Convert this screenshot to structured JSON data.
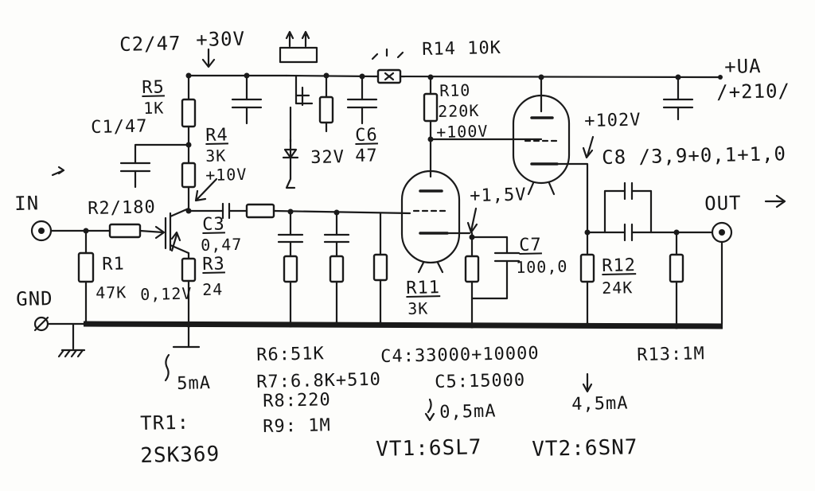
{
  "labels": {
    "c2": "C2/47",
    "v30": "+30V",
    "r14": "R14 10K",
    "ua": "+UA",
    "v210": "/+210/",
    "r5_name": "R5",
    "r5_val": "1K",
    "c1": "C1/47",
    "r4_name": "R4",
    "r4_val": "3K",
    "v10": "+10V",
    "r10_name": "R10",
    "r10_val": "220K",
    "v100": "+100V",
    "v102": "+102V",
    "c6_name": "C6",
    "c6_val": "47",
    "z32": "32V",
    "c8": "C8 /3,9+0,1+1,0",
    "in": "IN",
    "r2": "R2/180",
    "c3_name": "C3",
    "c3_val": "0,47",
    "v15": "+1,5V",
    "out": "OUT",
    "r1": "R1",
    "r1_val": "47K",
    "v012": "0,12V",
    "r3_name": "R3",
    "r3_val": "24",
    "c7_name": "C7",
    "c7_val": "100,0",
    "r12_name": "R12",
    "r12_val": "24K",
    "gnd": "GND",
    "r11_name": "R11",
    "r11_val": "3K",
    "r6": "R6:51K",
    "c4": "C4:33000+10000",
    "r13": "R13:1M",
    "i5": "5mA",
    "r7": "R7:6.8K+510",
    "c5": "C5:15000",
    "i45": "4,5mA",
    "r8": "R8:220",
    "i05": "0,5mA",
    "tr1": "TR1:",
    "r9": "R9: 1M",
    "tr1_type": "2SK369",
    "vt1": "VT1:6SL7",
    "vt2": "VT2:6SN7"
  }
}
